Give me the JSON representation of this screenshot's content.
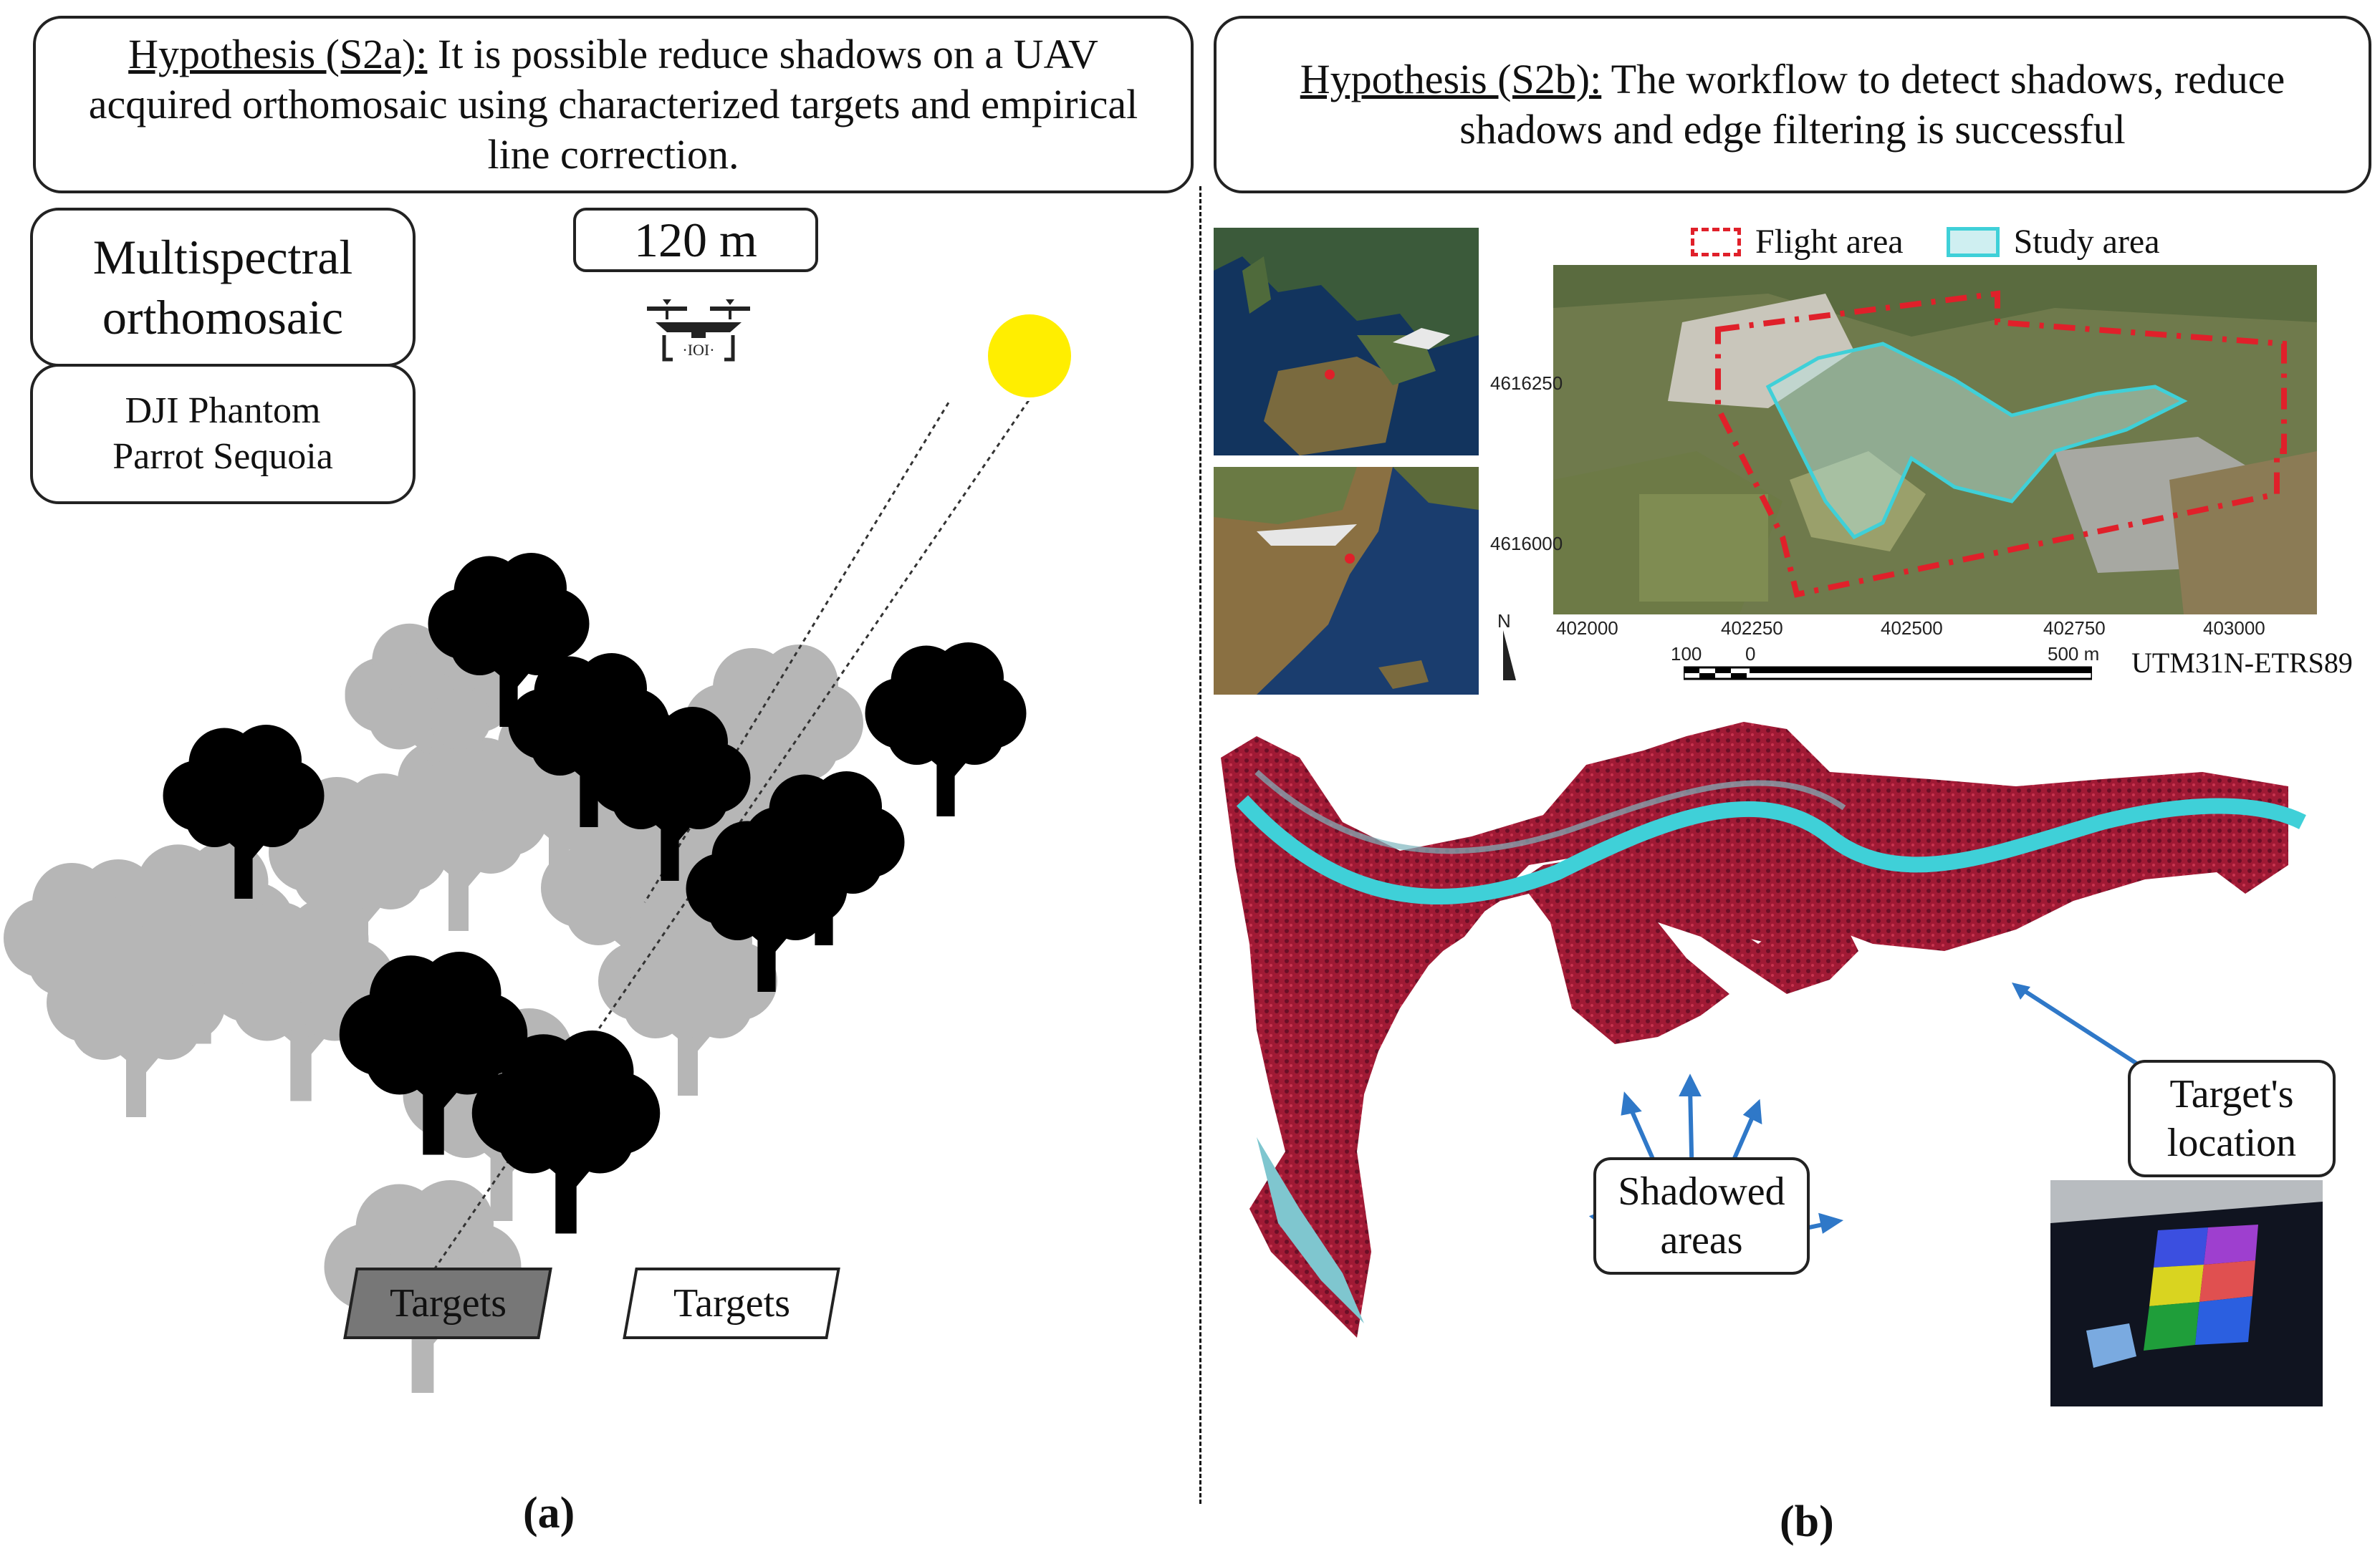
{
  "left": {
    "hypothesis": {
      "label": "Hypothesis (S2a):",
      "text": " It is possible reduce shadows on a UAV acquired orthomosaic using characterized targets and empirical line correction."
    },
    "altitude": "120 m",
    "product": "Multispectral orthomosaic",
    "sensors_line1": "DJI Phantom",
    "sensors_line2": "Parrot Sequoia",
    "targets_shadow": "Targets",
    "targets_sun": "Targets",
    "panel_label": "(a)"
  },
  "right": {
    "hypothesis": {
      "label": "Hypothesis (S2b):",
      "text": " The workflow to detect shadows, reduce shadows and edge filtering is successful"
    },
    "legend": {
      "flight_area": "Flight area",
      "study_area": "Study area"
    },
    "map": {
      "y_ticks": [
        "4616250",
        "4616000"
      ],
      "x_ticks": [
        "402000",
        "402250",
        "402500",
        "402750",
        "403000"
      ],
      "scale_left": "100",
      "scale_zero": "0",
      "scale_right": "500 m",
      "projection": "UTM31N-ETRS89",
      "north": "N"
    },
    "shadowed_areas_line1": "Shadowed",
    "shadowed_areas_line2": "areas",
    "target_location_line1": "Target's",
    "target_location_line2": "location",
    "panel_label": "(b)"
  },
  "colors": {
    "flight_area": "#e0202a",
    "study_area": "#3fd0d8",
    "sun": "#ffee00",
    "divider": "#2f6fbf",
    "arrow": "#2f78c8"
  }
}
